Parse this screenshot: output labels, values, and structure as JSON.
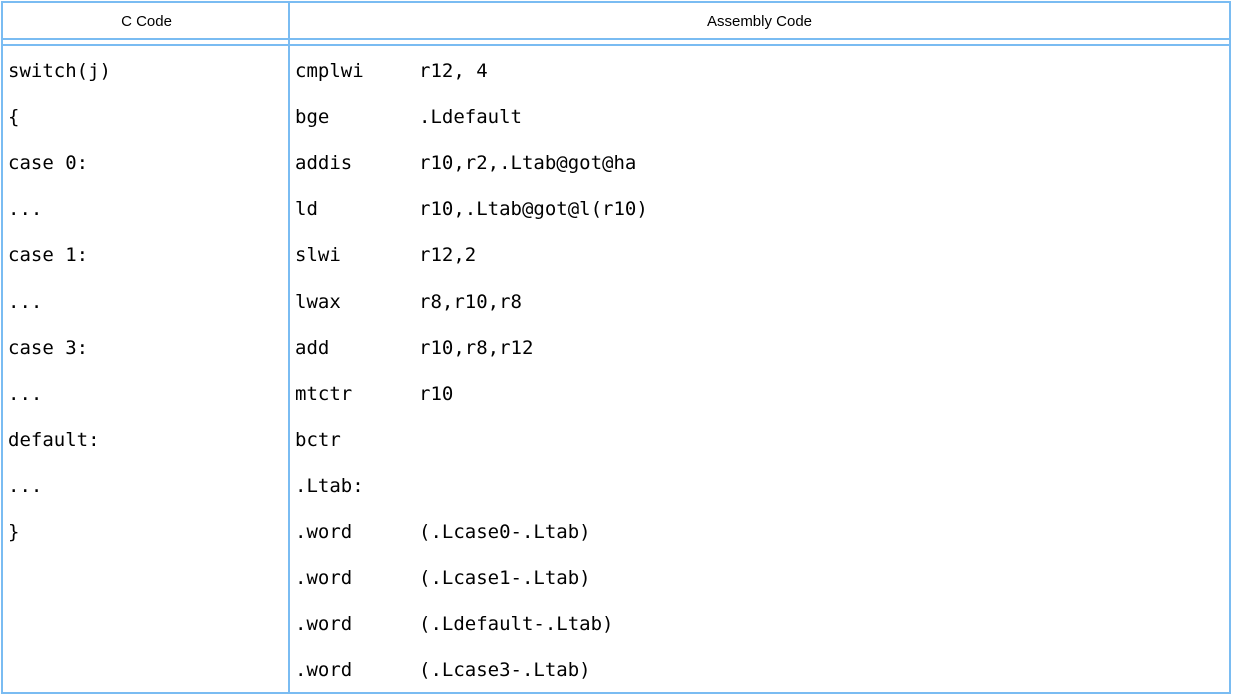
{
  "table": {
    "border_color": "#7abcf2",
    "header": {
      "c_col": "C Code",
      "asm_col": "Assembly Code"
    },
    "c_code_lines": [
      "switch(j)",
      "{",
      "case 0:",
      "...",
      "case 1:",
      "...",
      "case 3:",
      "...",
      "default:",
      "...",
      "}"
    ],
    "asm_lines": [
      {
        "mnemonic": "cmplwi",
        "operands": "r12, 4"
      },
      {
        "mnemonic": "bge",
        "operands": ".Ldefault"
      },
      {
        "mnemonic": "addis",
        "operands": "r10,r2,.Ltab@got@ha"
      },
      {
        "mnemonic": "ld",
        "operands": "r10,.Ltab@got@l(r10)"
      },
      {
        "mnemonic": "slwi",
        "operands": "r12,2"
      },
      {
        "mnemonic": "lwax",
        "operands": "r8,r10,r8"
      },
      {
        "mnemonic": "add",
        "operands": "r10,r8,r12"
      },
      {
        "mnemonic": "mtctr",
        "operands": "r10"
      },
      {
        "mnemonic": "bctr",
        "operands": ""
      },
      {
        "mnemonic": ".Ltab:",
        "operands": ""
      },
      {
        "mnemonic": ".word",
        "operands": "(.Lcase0-.Ltab)"
      },
      {
        "mnemonic": ".word",
        "operands": "(.Lcase1-.Ltab)"
      },
      {
        "mnemonic": ".word",
        "operands": "(.Ldefault-.Ltab)"
      },
      {
        "mnemonic": ".word",
        "operands": "(.Lcase3-.Ltab)"
      }
    ]
  }
}
